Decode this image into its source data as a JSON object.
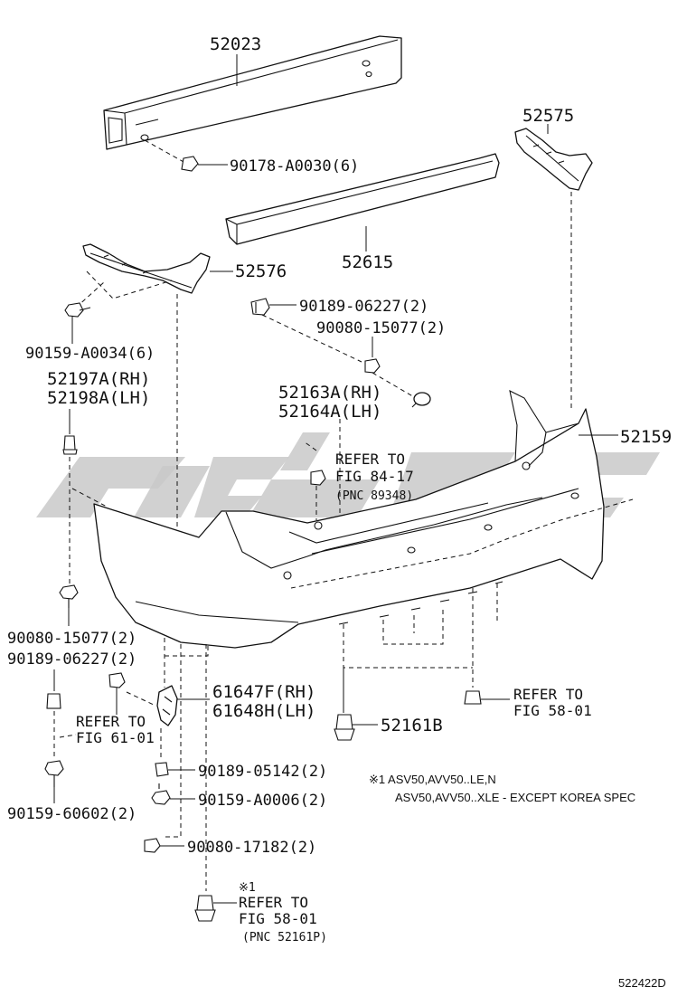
{
  "labels": {
    "p52023": "52023",
    "p90178": "90178-A0030(6)",
    "p52575": "52575",
    "p52615": "52615",
    "p52576": "52576",
    "p90189_06227_top": "90189-06227(2)",
    "p90080_15077_top": "90080-15077(2)",
    "p90159_A0034": "90159-A0034(6)",
    "p52197A": "52197A(RH)",
    "p52198A": "52198A(LH)",
    "p52163A": "52163A(RH)",
    "p52164A": "52164A(LH)",
    "p52159": "52159",
    "p90080_15077_left": "90080-15077(2)",
    "p90189_06227_left": "90189-06227(2)",
    "p61647F": "61647F(RH)",
    "p61648H": "61648H(LH)",
    "p52161B": "52161B",
    "p90189_05142": "90189-05142(2)",
    "p90159_A0006": "90159-A0006(2)",
    "p90159_60602": "90159-60602(2)",
    "p90080_17182": "90080-17182(2)"
  },
  "references": {
    "fig84_refer": "REFER TO",
    "fig84_fig": "FIG 84-17",
    "fig84_pnc": "(PNC 89348)",
    "fig61_refer": "REFER TO",
    "fig61_fig": "FIG 61-01",
    "fig58a_refer": "REFER TO",
    "fig58a_fig": "FIG 58-01",
    "fig58b_mark": "※1",
    "fig58b_refer": "REFER TO",
    "fig58b_fig": "FIG 58-01",
    "fig58b_pnc": "(PNC 52161P)"
  },
  "notes": {
    "note_line1": "※1 ASV50,AVV50..LE,N",
    "note_line2": "ASV50,AVV50..XLE - EXCEPT KOREA SPEC"
  },
  "illustration_id": "522422D"
}
